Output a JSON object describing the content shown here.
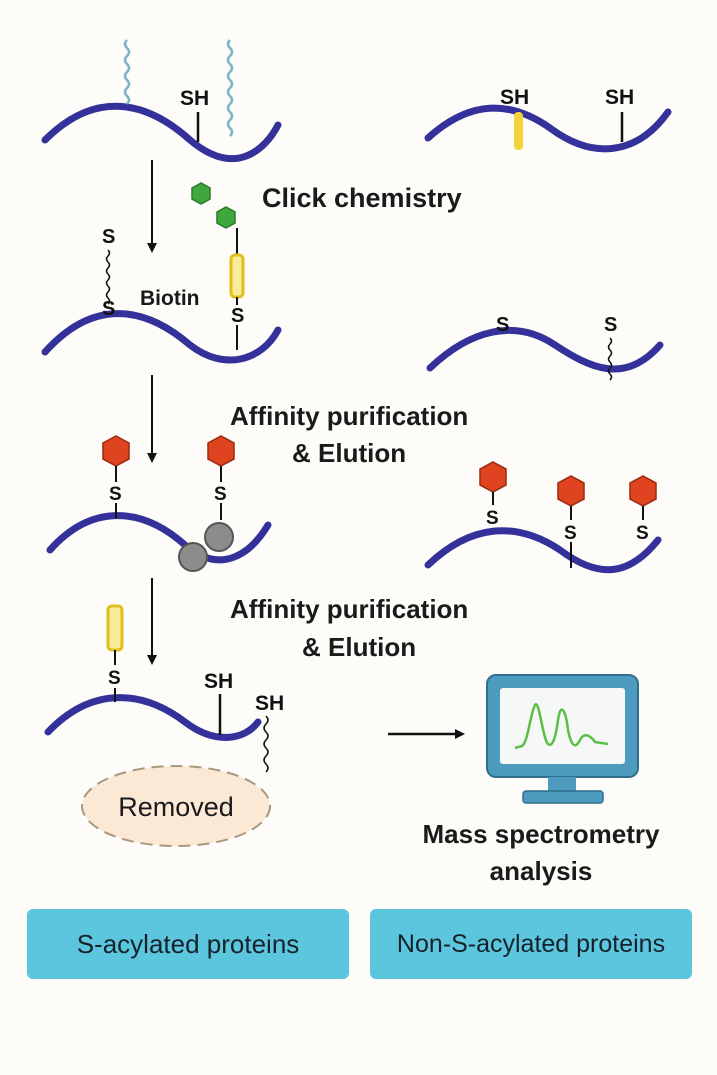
{
  "labels": {
    "sh": "SH",
    "s": "S",
    "click_chemistry": "Click chemistry",
    "biotin": "Biotin",
    "affinity_line1": "Affinity purification",
    "affinity_line2": "& Elution",
    "removed": "Removed",
    "mass_spec_line1": "Mass spectrometry",
    "mass_spec_line2": "analysis"
  },
  "categories": {
    "left": "S-acylated proteins",
    "right": "Non-S-acylated proteins"
  },
  "colors": {
    "protein_backbone": "#34329a",
    "lipid_chain": "#7fb3cc",
    "alkyne_hexagon": "#3ea83e",
    "biotin_tag": "#f2d43a",
    "streptavidin_hexagon": "#e0431f",
    "bead": "#8c8c8c",
    "removed_fill": "#fbe9d6",
    "monitor_frame": "#4d9cc0",
    "spectrum_trace": "#5bbf45",
    "category_box": "#5cc6de"
  },
  "icons": [
    "protein-chain",
    "palmitoyl-chain",
    "alkyne-hexagon",
    "biotin-tag",
    "streptavidin-hexagon",
    "bead",
    "monitor-icon",
    "arrow-icon"
  ]
}
